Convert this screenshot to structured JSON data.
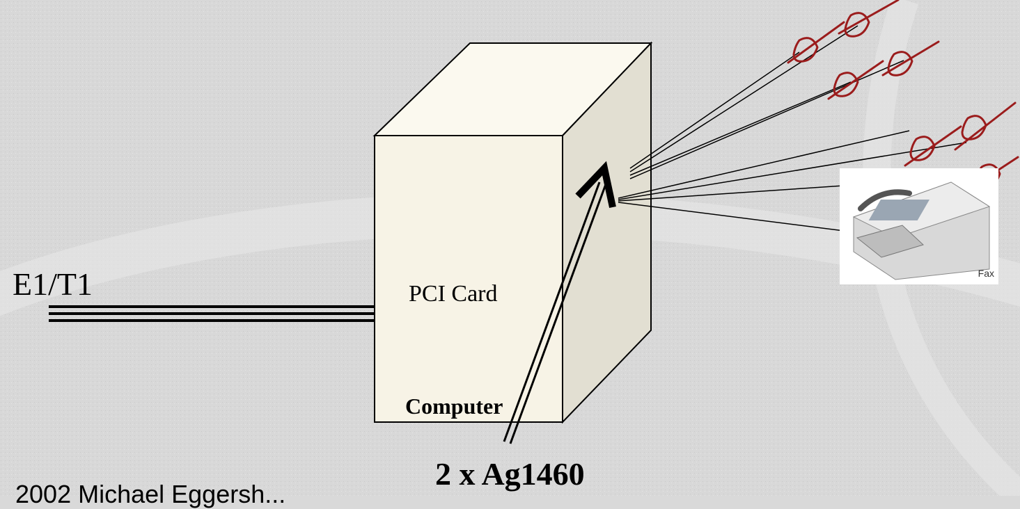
{
  "line_label": "E1/T1",
  "card_label": "PCI Card",
  "computer_label": "Computer",
  "board_label": "2 x Ag1460",
  "copyright": "2002 Michael Eggersh...",
  "fax_label": "Fax",
  "icons": [
    "handset-icon",
    "fax-machine-icon"
  ],
  "colors": {
    "handset": "#9b1c1c",
    "box": "#f7f3e6",
    "background": "#d9d9d9"
  }
}
